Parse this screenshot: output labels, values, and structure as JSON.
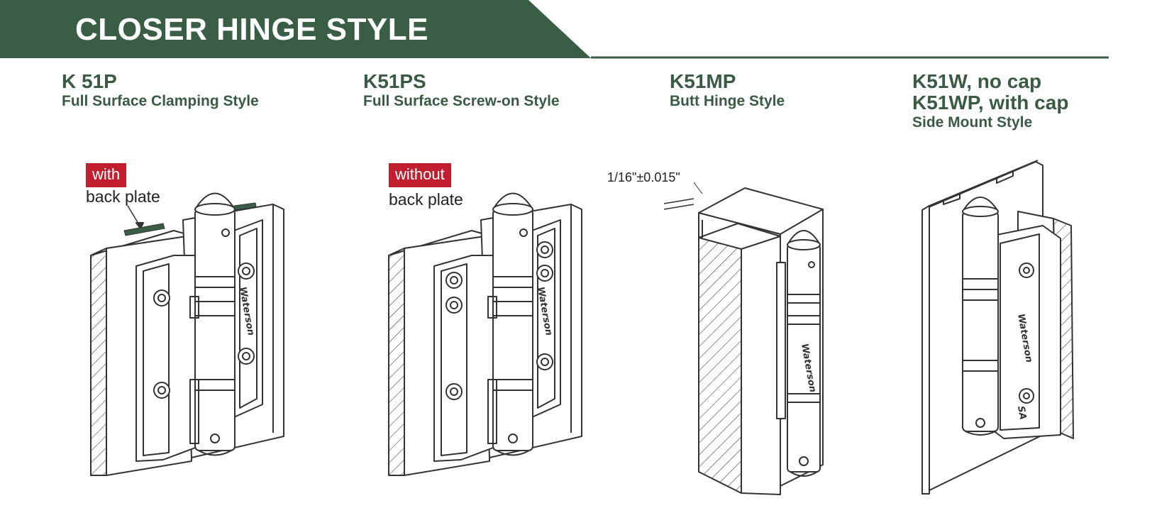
{
  "header": {
    "title": "CLOSER HINGE STYLE",
    "banner_color": "#3a5e45"
  },
  "products": [
    {
      "code_lines": [
        "K 51P"
      ],
      "style": "Full Surface Clamping Style",
      "tag": "with",
      "tag_sub": "back plate"
    },
    {
      "code_lines": [
        "K51PS"
      ],
      "style": "Full Surface Screw-on Style",
      "tag": "without",
      "tag_sub": "back plate"
    },
    {
      "code_lines": [
        "K51MP"
      ],
      "style": "Butt Hinge Style",
      "dimension": "1/16\"±0.015\""
    },
    {
      "code_lines": [
        "K51W, no cap",
        "K51WP, with cap"
      ],
      "style": "Side Mount Style"
    }
  ],
  "brand_mark": "Waterson",
  "model_mark": "SA",
  "colors": {
    "accent_red": "#c21e2f",
    "text_green": "#3b5a44"
  }
}
